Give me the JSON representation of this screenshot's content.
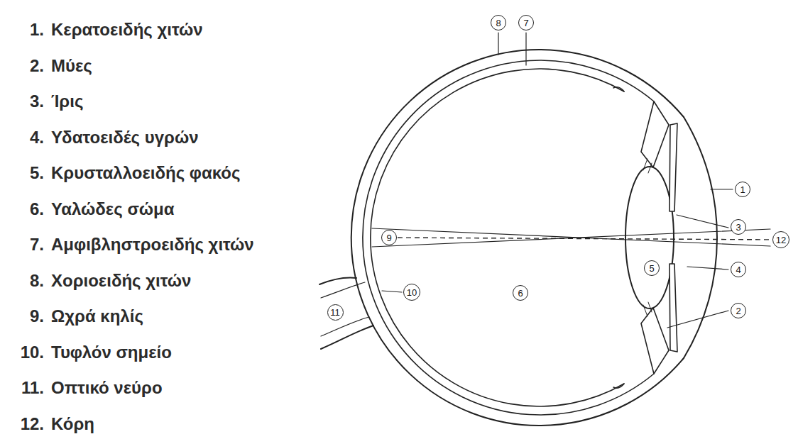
{
  "diagram": {
    "nodes": [
      {
        "text": [
          "8"
        ]
      },
      {
        "text": [
          "7"
        ]
      },
      {
        "text": [
          "1"
        ]
      },
      {
        "text": [
          "3"
        ]
      },
      {
        "text": [
          "12"
        ]
      },
      {
        "text": [
          "9"
        ]
      },
      {
        "text": [
          "5"
        ]
      },
      {
        "text": [
          "4"
        ]
      },
      {
        "text": [
          "2"
        ]
      },
      {
        "text": [
          "10"
        ]
      },
      {
        "text": [
          "6"
        ]
      },
      {
        "text": [
          "11"
        ]
      }
    ],
    "edges": [
      {
        "from": 5,
        "to": 4,
        "arrow": "none"
      }
    ],
    "labels": [
      "1.",
      "Κερατοειδής χιτών",
      "2.",
      "Μύες",
      "3.",
      "Ίρις",
      "4.",
      "Υδατοειδές υγρών",
      "5.",
      "Κρυσταλλοειδής φακός",
      "6.",
      "Υαλώδες σώμα",
      "7.",
      "Αμφιβληστροειδής χιτών",
      "8.",
      "Χοριοειδής χιτών",
      "9.",
      "Ωχρά κηλίς",
      "10.",
      "Τυφλόν σημείο",
      "11.",
      "Οπτικό νεύρο",
      "12.",
      "Κόρη"
    ]
  }
}
